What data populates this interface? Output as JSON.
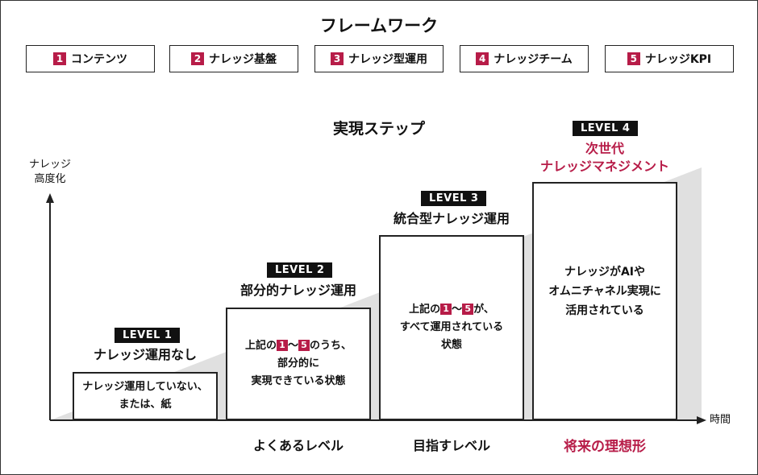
{
  "title": "フレームワーク",
  "framework": [
    {
      "num": "1",
      "label": "コンテンツ"
    },
    {
      "num": "2",
      "label": "ナレッジ基盤"
    },
    {
      "num": "3",
      "label": "ナレッジ型運用"
    },
    {
      "num": "4",
      "label": "ナレッジチーム"
    },
    {
      "num": "5",
      "label": "ナレッジKPI"
    }
  ],
  "step_title": "実現ステップ",
  "y_axis_label_1": "ナレッジ",
  "y_axis_label_2": "高度化",
  "x_axis_label": "時間",
  "levels": [
    {
      "badge": "LEVEL 1",
      "name": "ナレッジ運用なし",
      "desc_1": "ナレッジ運用していない、",
      "desc_2": "または、紙",
      "bottom": ""
    },
    {
      "badge": "LEVEL 2",
      "name": "部分的ナレッジ運用",
      "desc_a": "上記の",
      "num_a": "1",
      "tilde": "〜",
      "num_b": "5",
      "desc_b": "のうち、",
      "desc_2": "部分的に",
      "desc_3": "実現できている状態",
      "bottom": "よくあるレベル"
    },
    {
      "badge": "LEVEL 3",
      "name": "統合型ナレッジ運用",
      "desc_a": "上記の",
      "num_a": "1",
      "tilde": "〜",
      "num_b": "5",
      "desc_b": "が、",
      "desc_2": "すべて運用されている",
      "desc_3": "状態",
      "bottom": "目指すレベル"
    },
    {
      "badge": "LEVEL 4",
      "name_1": "次世代",
      "name_2": "ナレッジマネジメント",
      "desc_1": "ナレッジがAIや",
      "desc_2": "オムニチャネル実現に",
      "desc_3": "活用されている",
      "bottom": "将来の理想形"
    }
  ],
  "colors": {
    "accent": "#b71c48",
    "slope": "#e0e0e0"
  }
}
